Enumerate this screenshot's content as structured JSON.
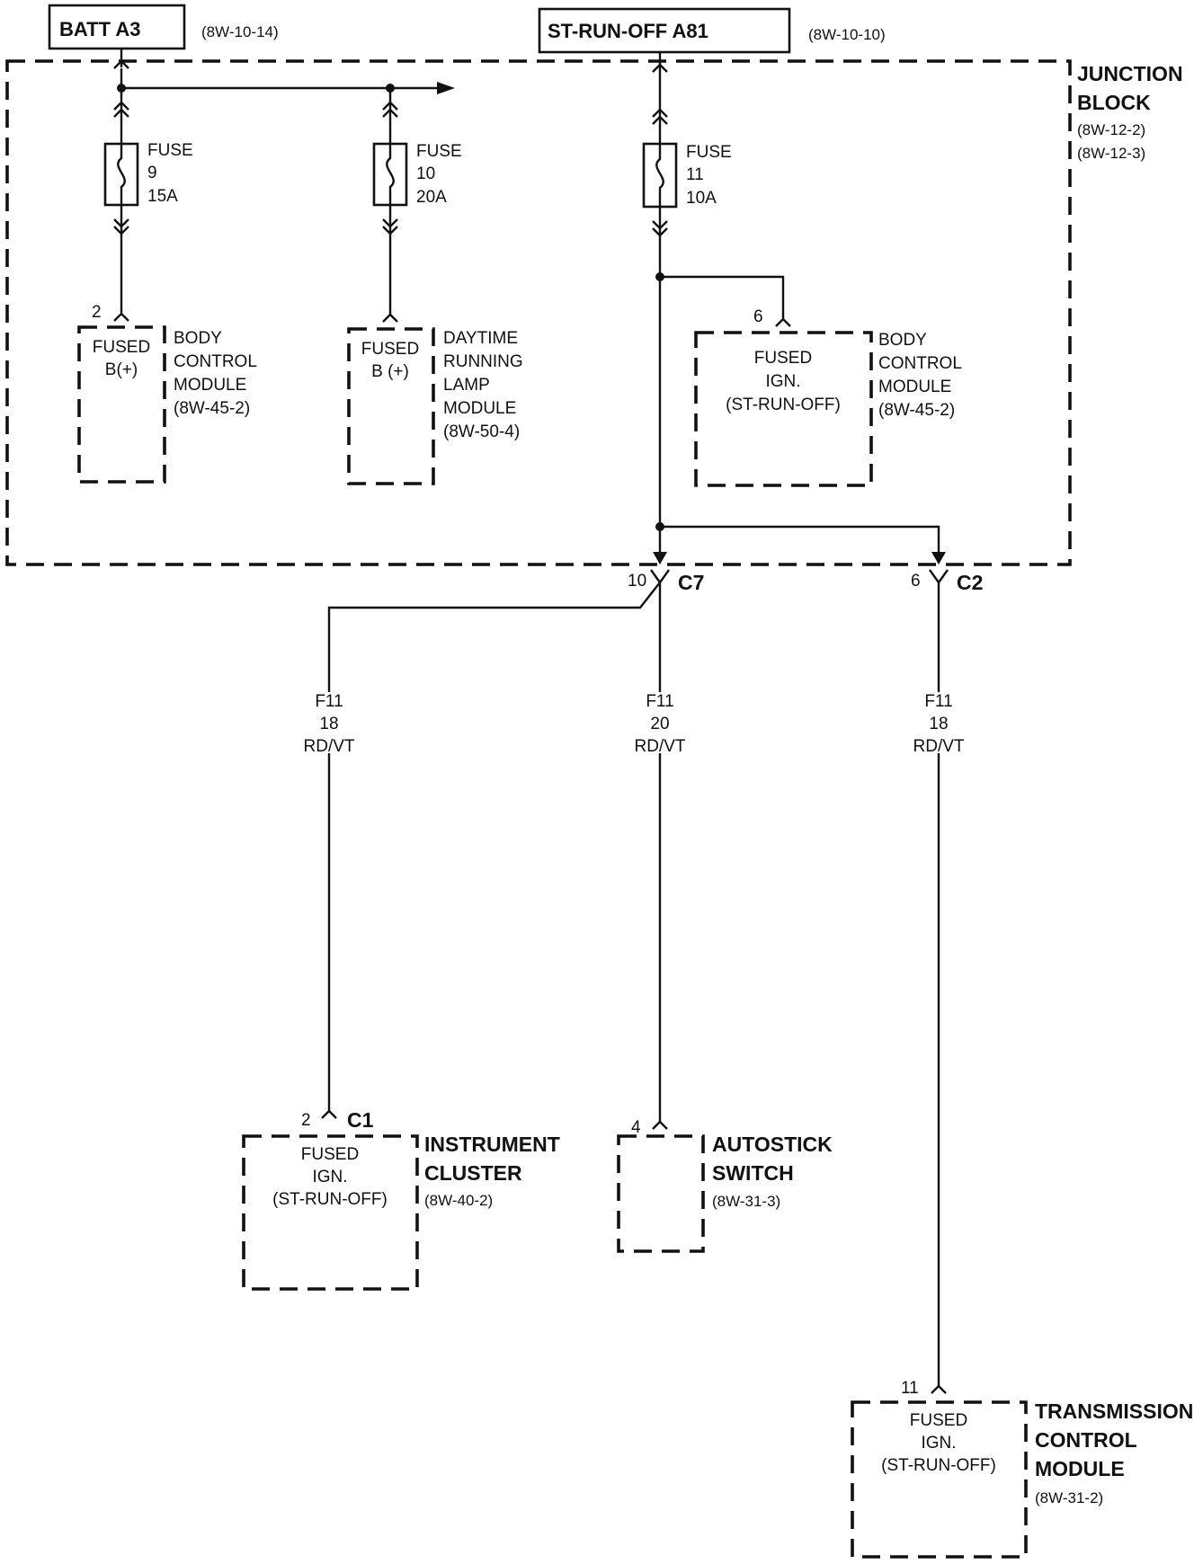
{
  "sources": {
    "batt": {
      "name": "BATT A3",
      "ref": "(8W-10-14)"
    },
    "ign": {
      "name": "ST-RUN-OFF A81",
      "ref": "(8W-10-10)"
    }
  },
  "junction_block": {
    "title_line1": "JUNCTION",
    "title_line2": "BLOCK",
    "ref1": "(8W-12-2)",
    "ref2": "(8W-12-3)"
  },
  "fuses": [
    {
      "label": "FUSE",
      "number": "9",
      "rating": "15A"
    },
    {
      "label": "FUSE",
      "number": "10",
      "rating": "20A"
    },
    {
      "label": "FUSE",
      "number": "11",
      "rating": "10A"
    }
  ],
  "jb_modules": [
    {
      "pin": "2",
      "inside_line1": "FUSED",
      "inside_line2": "B(+)",
      "name_lines": [
        "BODY",
        "CONTROL",
        "MODULE"
      ],
      "ref": "(8W-45-2)"
    },
    {
      "pin": "",
      "inside_line1": "FUSED",
      "inside_line2": "B (+)",
      "name_lines": [
        "DAYTIME",
        "RUNNING",
        "LAMP",
        "MODULE"
      ],
      "ref": "(8W-50-4)"
    },
    {
      "pin": "6",
      "inside_line1": "FUSED",
      "inside_line2": "IGN.",
      "inside_line3": "(ST-RUN-OFF)",
      "name_lines": [
        "BODY",
        "CONTROL",
        "MODULE"
      ],
      "ref": "(8W-45-2)"
    }
  ],
  "connectors": [
    {
      "pin": "10",
      "name": "C7"
    },
    {
      "pin": "6",
      "name": "C2"
    }
  ],
  "wires": [
    {
      "circuit": "F11",
      "gauge": "18",
      "color": "RD/VT"
    },
    {
      "circuit": "F11",
      "gauge": "20",
      "color": "RD/VT"
    },
    {
      "circuit": "F11",
      "gauge": "18",
      "color": "RD/VT"
    }
  ],
  "components": [
    {
      "pin": "2",
      "connector": "C1",
      "inside_line1": "FUSED",
      "inside_line2": "IGN.",
      "inside_line3": "(ST-RUN-OFF)",
      "name_line1": "INSTRUMENT",
      "name_line2": "CLUSTER",
      "name_line3": "",
      "ref": "(8W-40-2)"
    },
    {
      "pin": "4",
      "connector": "",
      "inside_line1": "",
      "inside_line2": "",
      "inside_line3": "",
      "name_line1": "AUTOSTICK",
      "name_line2": "SWITCH",
      "name_line3": "",
      "ref": "(8W-31-3)"
    },
    {
      "pin": "11",
      "connector": "",
      "inside_line1": "FUSED",
      "inside_line2": "IGN.",
      "inside_line3": "(ST-RUN-OFF)",
      "name_line1": "TRANSMISSION",
      "name_line2": "CONTROL",
      "name_line3": "MODULE",
      "ref": "(8W-31-2)"
    }
  ]
}
